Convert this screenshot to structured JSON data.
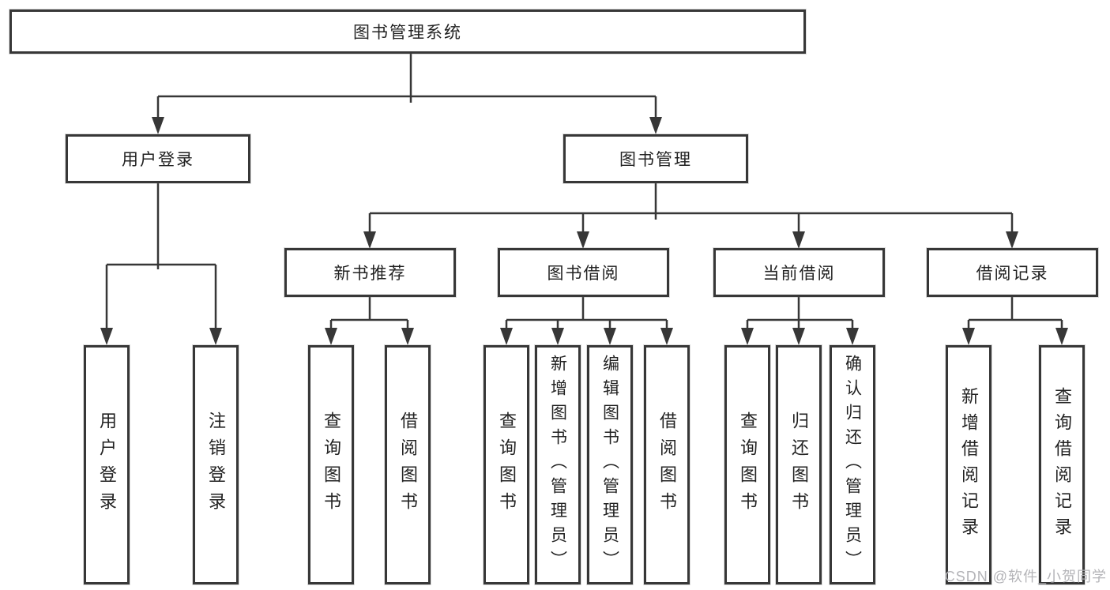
{
  "diagram_type": "hierarchy",
  "tree": {
    "label": "图书管理系统",
    "children": [
      {
        "label": "用户登录",
        "children": [
          {
            "label": "用户登录"
          },
          {
            "label": "注销登录"
          }
        ]
      },
      {
        "label": "图书管理",
        "children": [
          {
            "label": "新书推荐",
            "children": [
              {
                "label": "查询图书"
              },
              {
                "label": "借阅图书"
              }
            ]
          },
          {
            "label": "图书借阅",
            "children": [
              {
                "label": "查询图书"
              },
              {
                "label": "新增图书（管理员）"
              },
              {
                "label": "编辑图书（管理员）"
              },
              {
                "label": "借阅图书"
              }
            ]
          },
          {
            "label": "当前借阅",
            "children": [
              {
                "label": "查询图书"
              },
              {
                "label": "归还图书"
              },
              {
                "label": "确认归还（管理员）"
              }
            ]
          },
          {
            "label": "借阅记录",
            "children": [
              {
                "label": "新增借阅记录"
              },
              {
                "label": "查询借阅记录"
              }
            ]
          }
        ]
      }
    ]
  },
  "watermark": "CSDN @软件_小贺同学",
  "colors": {
    "background": "#ffffff",
    "line": "#373737",
    "box_border": "#373737",
    "text": "#222222",
    "watermark": "#b4b4b8"
  }
}
